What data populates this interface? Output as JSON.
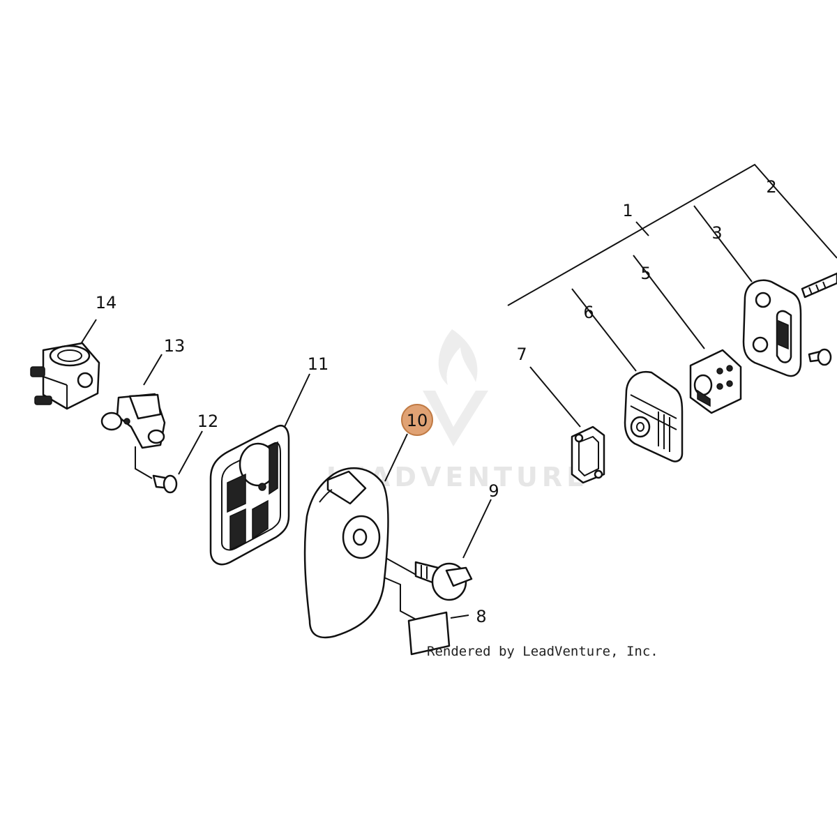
{
  "watermark": {
    "text": "LEADVENTURE"
  },
  "credit": {
    "text": "Rendered by LeadVenture, Inc."
  },
  "highlight": {
    "callout": "10",
    "color": "#e0a274"
  },
  "callouts": [
    "1",
    "2",
    "3",
    "5",
    "6",
    "7",
    "14",
    "13",
    "12",
    "11",
    "10",
    "9",
    "8"
  ]
}
